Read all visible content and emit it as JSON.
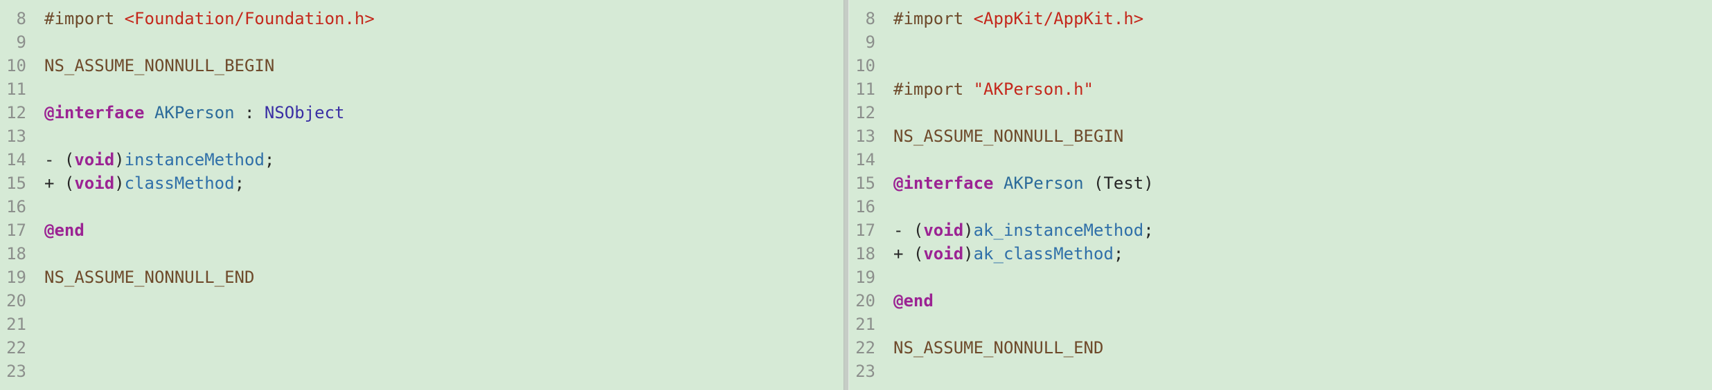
{
  "colors": {
    "background": "#d6ead6",
    "line_number": "#8c8f8c",
    "plain": "#262626",
    "preprocessor": "#6e4a2b",
    "string": "#c4281c",
    "keyword": "#9b2393",
    "macro": "#6e4a2b",
    "class_name": "#2c6b9a",
    "system_type": "#3a2fa4",
    "method": "#2f6fa8"
  },
  "left_pane": {
    "lines": [
      {
        "num": "8",
        "tokens": [
          {
            "t": "#import ",
            "c": "preprocessor"
          },
          {
            "t": "<Foundation/Foundation.h>",
            "c": "string"
          }
        ]
      },
      {
        "num": "9",
        "tokens": []
      },
      {
        "num": "10",
        "tokens": [
          {
            "t": "NS_ASSUME_NONNULL_BEGIN",
            "c": "macro"
          }
        ]
      },
      {
        "num": "11",
        "tokens": []
      },
      {
        "num": "12",
        "tokens": [
          {
            "t": "@interface",
            "c": "keyword"
          },
          {
            "t": " ",
            "c": "plain"
          },
          {
            "t": "AKPerson",
            "c": "class_name"
          },
          {
            "t": " : ",
            "c": "plain"
          },
          {
            "t": "NSObject",
            "c": "system_type"
          }
        ]
      },
      {
        "num": "13",
        "tokens": []
      },
      {
        "num": "14",
        "tokens": [
          {
            "t": "- (",
            "c": "plain"
          },
          {
            "t": "void",
            "c": "keyword"
          },
          {
            "t": ")",
            "c": "plain"
          },
          {
            "t": "instanceMethod",
            "c": "method"
          },
          {
            "t": ";",
            "c": "plain"
          }
        ]
      },
      {
        "num": "15",
        "tokens": [
          {
            "t": "+ (",
            "c": "plain"
          },
          {
            "t": "void",
            "c": "keyword"
          },
          {
            "t": ")",
            "c": "plain"
          },
          {
            "t": "classMethod",
            "c": "method"
          },
          {
            "t": ";",
            "c": "plain"
          }
        ]
      },
      {
        "num": "16",
        "tokens": []
      },
      {
        "num": "17",
        "tokens": [
          {
            "t": "@end",
            "c": "keyword"
          }
        ]
      },
      {
        "num": "18",
        "tokens": []
      },
      {
        "num": "19",
        "tokens": [
          {
            "t": "NS_ASSUME_NONNULL_END",
            "c": "macro"
          }
        ]
      },
      {
        "num": "20",
        "tokens": []
      },
      {
        "num": "21",
        "tokens": []
      },
      {
        "num": "22",
        "tokens": []
      },
      {
        "num": "23",
        "tokens": []
      }
    ]
  },
  "right_pane": {
    "lines": [
      {
        "num": "8",
        "tokens": [
          {
            "t": "#import ",
            "c": "preprocessor"
          },
          {
            "t": "<AppKit/AppKit.h>",
            "c": "string"
          }
        ]
      },
      {
        "num": "9",
        "tokens": []
      },
      {
        "num": "10",
        "tokens": []
      },
      {
        "num": "11",
        "tokens": [
          {
            "t": "#import ",
            "c": "preprocessor"
          },
          {
            "t": "\"AKPerson.h\"",
            "c": "string"
          }
        ]
      },
      {
        "num": "12",
        "tokens": []
      },
      {
        "num": "13",
        "tokens": [
          {
            "t": "NS_ASSUME_NONNULL_BEGIN",
            "c": "macro"
          }
        ]
      },
      {
        "num": "14",
        "tokens": []
      },
      {
        "num": "15",
        "tokens": [
          {
            "t": "@interface",
            "c": "keyword"
          },
          {
            "t": " ",
            "c": "plain"
          },
          {
            "t": "AKPerson",
            "c": "class_name"
          },
          {
            "t": " (Test)",
            "c": "plain"
          }
        ]
      },
      {
        "num": "16",
        "tokens": []
      },
      {
        "num": "17",
        "tokens": [
          {
            "t": "- (",
            "c": "plain"
          },
          {
            "t": "void",
            "c": "keyword"
          },
          {
            "t": ")",
            "c": "plain"
          },
          {
            "t": "ak_instanceMethod",
            "c": "method"
          },
          {
            "t": ";",
            "c": "plain"
          }
        ]
      },
      {
        "num": "18",
        "tokens": [
          {
            "t": "+ (",
            "c": "plain"
          },
          {
            "t": "void",
            "c": "keyword"
          },
          {
            "t": ")",
            "c": "plain"
          },
          {
            "t": "ak_classMethod",
            "c": "method"
          },
          {
            "t": ";",
            "c": "plain"
          }
        ]
      },
      {
        "num": "19",
        "tokens": []
      },
      {
        "num": "20",
        "tokens": [
          {
            "t": "@end",
            "c": "keyword"
          }
        ]
      },
      {
        "num": "21",
        "tokens": []
      },
      {
        "num": "22",
        "tokens": [
          {
            "t": "NS_ASSUME_NONNULL_END",
            "c": "macro"
          }
        ]
      },
      {
        "num": "23",
        "tokens": []
      }
    ]
  }
}
